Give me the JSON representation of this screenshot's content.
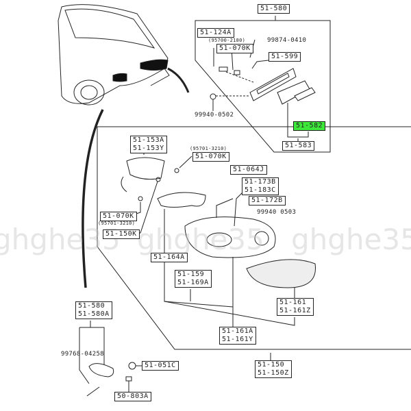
{
  "labels": {
    "top_assembly": "51-580",
    "socket_124a": "51-124A",
    "bulb_note_top": "(95700-2180)",
    "bulb_top": "51-070K",
    "screw_top": "99874-0410",
    "bracket": "51-599",
    "nut_top": "99940-0502",
    "lens_gasket": "51-582",
    "lens_top": "51-583",
    "socket_a": [
      "51-153A",
      "51-153Y"
    ],
    "bulb_note_mid": "(95701-3210)",
    "bulb_mid": "51-070K",
    "bolt_064j": "51-064J",
    "clip": [
      "51-173B",
      "51-183C"
    ],
    "nut_172b": "51-172B",
    "nut_0503": "99940 0503",
    "bulb_left": "51-070K",
    "bulb_note_left": "(95701-3210)",
    "harness": "51-150K",
    "gasket": "51-164A",
    "housing": [
      "51-159",
      "51-169A"
    ],
    "lens_right": [
      "51-161",
      "51-161Z"
    ],
    "body_lens": [
      "51-161A",
      "51-161Y"
    ],
    "combo_assembly": [
      "51-150",
      "51-150Z"
    ],
    "side_marker": [
      "51-580",
      "51-580A"
    ],
    "screw_bottom": "99768-04258",
    "grommet": "51-051C",
    "clip_bottom": "50-803A"
  },
  "watermark": "ghghe35",
  "highlight_color": "#3ee83a"
}
